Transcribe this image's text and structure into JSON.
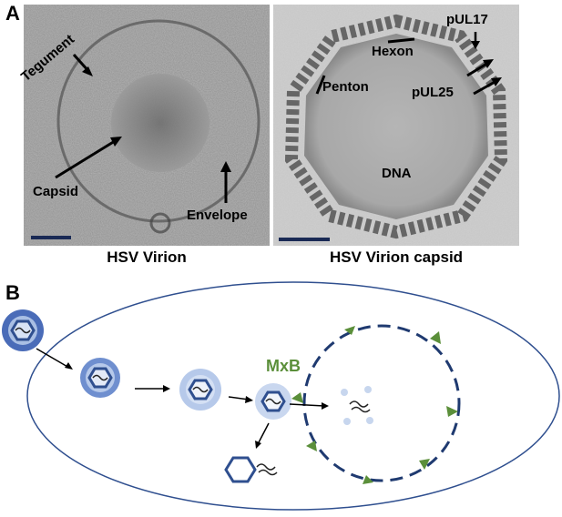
{
  "panelA": {
    "letter": "A",
    "left": {
      "caption": "HSV Virion",
      "labels": {
        "tegument": "Tegument",
        "capsid": "Capsid",
        "envelope": "Envelope"
      }
    },
    "right": {
      "caption": "HSV Virion capsid",
      "labels": {
        "hexon": "Hexon",
        "pul17": "pUL17",
        "penton": "Penton",
        "pul25": "pUL25",
        "dna": "DNA"
      }
    }
  },
  "panelB": {
    "letter": "B",
    "labels": {
      "mxb": "MxB"
    },
    "colors": {
      "capsid_blue": "#2f4f8f",
      "light_blue": "#a9bfe4",
      "mid_blue": "#6f8fcf",
      "mxb_green": "#5b8f3a",
      "cell_outline": "#2f4f8f"
    }
  }
}
